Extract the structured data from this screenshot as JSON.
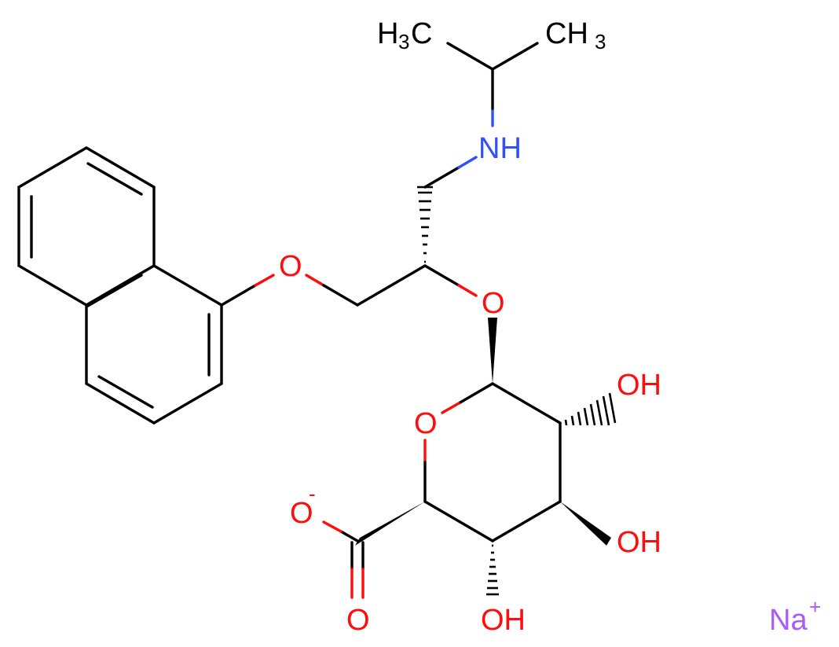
{
  "molecule": {
    "atom_labels": {
      "methyl_left_h": "H",
      "methyl_left_sub": "3",
      "methyl_left_c": "C",
      "methyl_right_c": "CH",
      "methyl_right_sub": "3",
      "amine": "NH",
      "ether_oxygen": "O",
      "glycoside_oxygen": "O",
      "ring_oxygen": "O",
      "hydroxyl_top": "OH",
      "hydroxyl_middle": "OH",
      "hydroxyl_bottom": "OH",
      "carboxylate_oxygen": "O",
      "carboxylate_charge": "-",
      "carbonyl_oxygen": "O",
      "counterion": "Na",
      "counterion_charge": "+"
    },
    "colors": {
      "carbon_bond": "#000000",
      "oxygen": "#ff0d0d",
      "nitrogen": "#3050f8",
      "sodium": "#ab5cf2"
    }
  }
}
